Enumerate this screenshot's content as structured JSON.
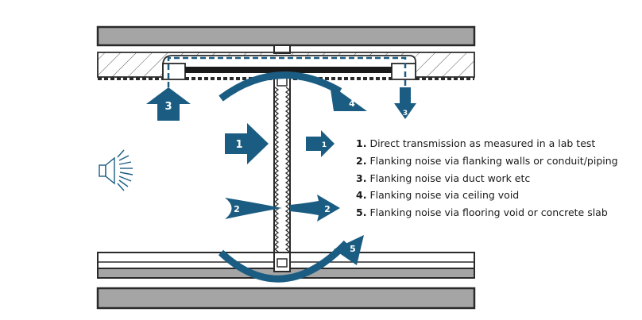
{
  "colors": {
    "arrow": "#1b5d82",
    "slab": "#a5a5a5",
    "outline": "#2a2a2a"
  },
  "icons": {
    "sound_source": "speaker-icon"
  },
  "arrow_labels": {
    "duct_in": "3",
    "duct_out": "3",
    "ceiling_void": "4",
    "direct_in": "1",
    "direct_out": "1",
    "flank_left": "2",
    "flank_right": "2",
    "floor_void": "5"
  },
  "legend": [
    {
      "num": "1.",
      "text": "Direct transmission as measured in a lab test"
    },
    {
      "num": "2.",
      "text": "Flanking noise via flanking walls or conduit/piping"
    },
    {
      "num": "3.",
      "text": "Flanking noise via duct work etc"
    },
    {
      "num": "4.",
      "text": "Flanking noise via ceiling void"
    },
    {
      "num": "5.",
      "text": "Flanking noise via flooring void or concrete slab"
    }
  ]
}
